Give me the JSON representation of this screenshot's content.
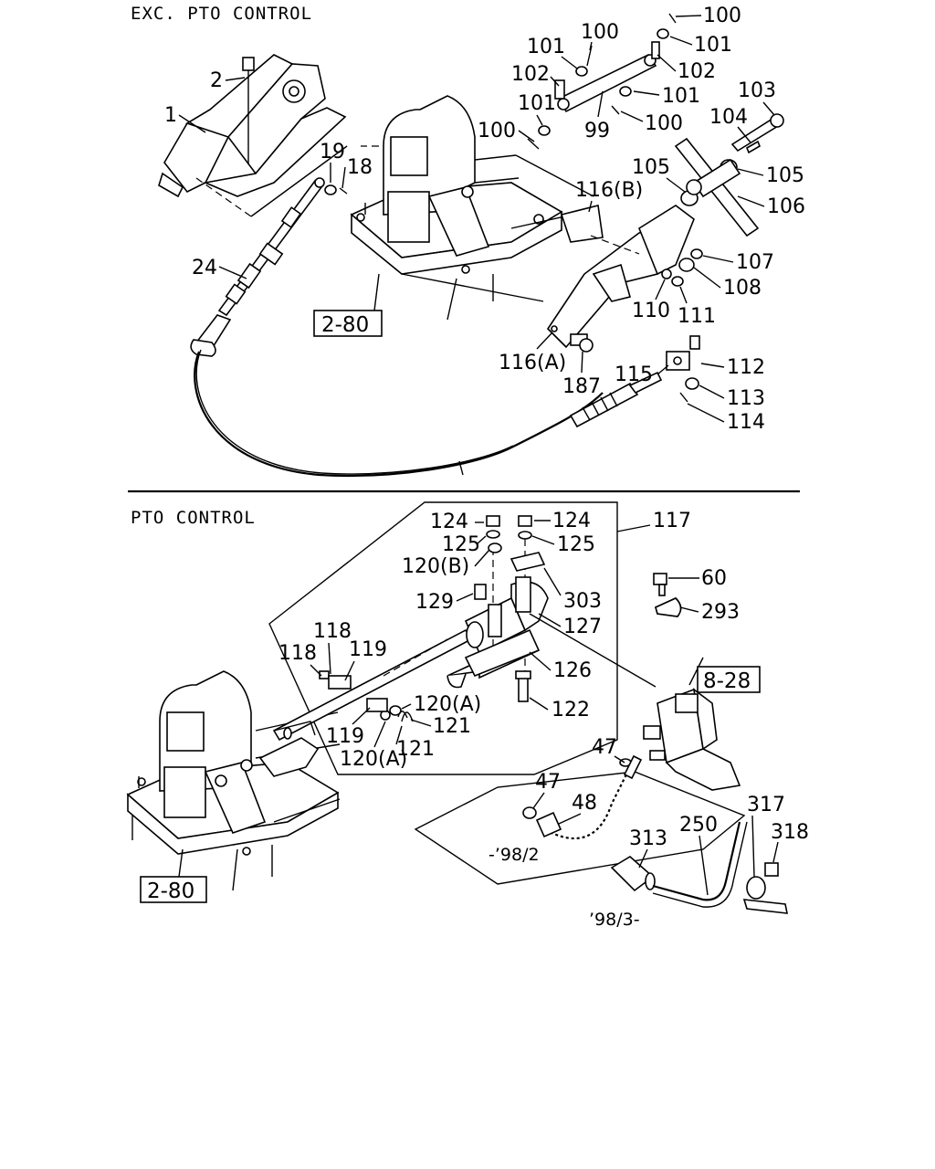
{
  "sections": {
    "upper": {
      "heading": "EXC. PTO CONTROL",
      "ref": "2-80"
    },
    "lower": {
      "heading": "PTO CONTROL",
      "ref_left": "2-80",
      "ref_right": "8-28"
    }
  },
  "upper_callouts": [
    "1",
    "2",
    "18",
    "19",
    "24",
    "99",
    "100",
    "100",
    "100",
    "100",
    "101",
    "101",
    "101",
    "101",
    "102",
    "102",
    "103",
    "104",
    "105",
    "105",
    "106",
    "107",
    "108",
    "110",
    "111",
    "112",
    "113",
    "114",
    "115",
    "116(A)",
    "116(B)",
    "187"
  ],
  "lower_callouts": [
    "117",
    "118",
    "118",
    "119",
    "119",
    "120(A)",
    "120(A)",
    "120(B)",
    "121",
    "121",
    "122",
    "124",
    "124",
    "125",
    "125",
    "126",
    "127",
    "129",
    "293",
    "303",
    "60",
    "47",
    "47",
    "48",
    "250",
    "313",
    "317",
    "318"
  ],
  "date_notes": {
    "up_to": "-’98/2",
    "from": "’98/3-"
  },
  "icons": [
    "divider-line",
    "leader-line",
    "cable",
    "hose",
    "bracket",
    "bolt-icon",
    "nut-icon",
    "washer-icon",
    "clip-icon"
  ]
}
